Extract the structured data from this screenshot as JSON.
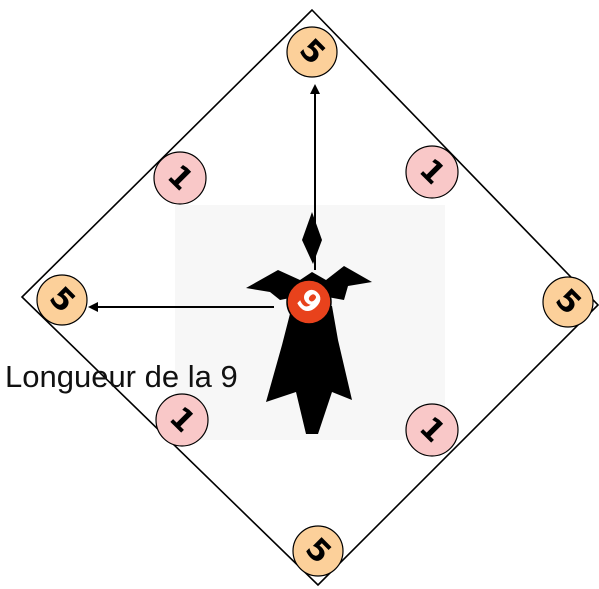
{
  "caption": "Longueur de la 9",
  "labels": {
    "corner": "5",
    "inner": "1",
    "center": "9"
  },
  "colors": {
    "corner_fill": "#fcd09a",
    "inner_fill": "#f9c8c8",
    "center_fill": "#e8421c",
    "center_text": "#ffffff",
    "ermine": "#000000",
    "outline": "#000000"
  },
  "icons": {
    "center_symbol": "ermine-spot-icon"
  }
}
